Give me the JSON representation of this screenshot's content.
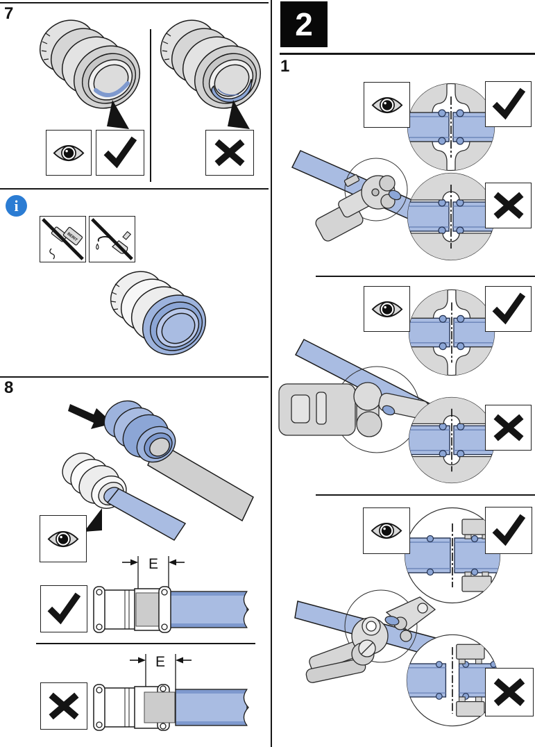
{
  "document": {
    "kind": "press-fitting installation instructions page",
    "columns": 2
  },
  "labels": {
    "step7": "7",
    "step8": "8",
    "chapter": "2",
    "chapter_step": "1",
    "insertion_depth": "E",
    "info_glyph": "i",
    "sachet_text": "BERIT"
  },
  "icons": {
    "eye": "eye-icon",
    "check": "check-icon",
    "cross": "cross-icon",
    "info": "info-icon",
    "insert_arrow": "insert-direction-arrow-icon",
    "pointer": "callout-pointer-icon",
    "no_lubricant": "no-lubricant-icon",
    "no_oil": "no-oil-icon"
  },
  "colors": {
    "pipe_blue": "#a9bce2",
    "fitting_blue": "#9db3dd",
    "bead_blue": "#8ca6d6",
    "seal_blue": "#7e99ce",
    "grey_light": "#d7d7d7",
    "grey_pipe": "#cfcfcf",
    "info_blue": "#2b7cd3",
    "ink": "#161616"
  },
  "sections": {
    "step7": {
      "panels": [
        {
          "verdict": "correct"
        },
        {
          "verdict": "incorrect"
        }
      ]
    },
    "note": {
      "prohibitions": [
        "no-lubricant",
        "no-oil"
      ]
    },
    "step8": {
      "diagrams": [
        {
          "verdict": "correct"
        },
        {
          "verdict": "incorrect"
        }
      ]
    },
    "chapter2_step1": {
      "subfigures": [
        {
          "tool": "press-tool-gun-jaw",
          "top": "correct",
          "bottom": "incorrect"
        },
        {
          "tool": "press-tool-adapter-jaw",
          "top": "correct",
          "bottom": "incorrect"
        },
        {
          "tool": "press-tool-collar",
          "top": "correct",
          "bottom": "incorrect"
        }
      ]
    }
  }
}
